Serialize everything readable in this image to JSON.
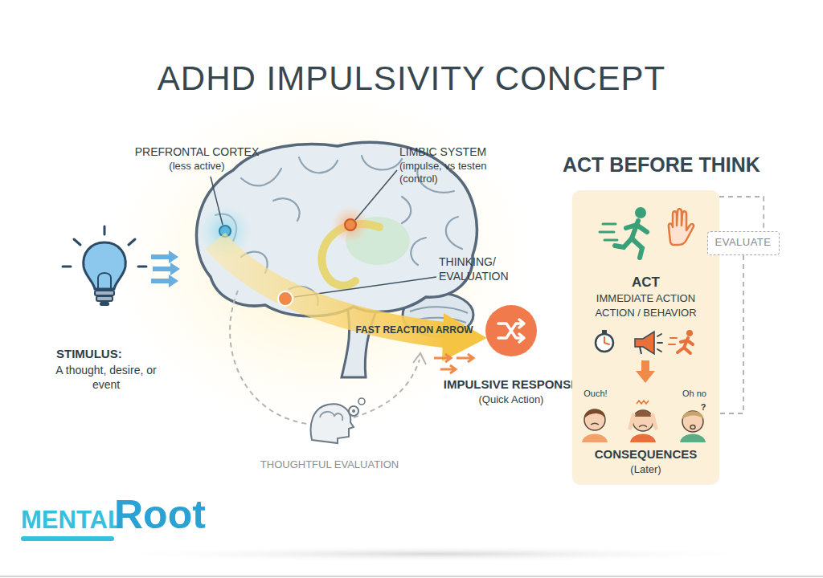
{
  "diagram": {
    "title": "ADHD IMPULSIVITY CONCEPT",
    "nodes": [
      {
        "text": [
          "IMPULSIVE RESPONSE",
          "(Quick Action)"
        ]
      },
      {
        "text": [
          "ACT",
          "IMMEDIATE ACTION ACTION / BEHAVIOR",
          "CONSEQUENCES",
          "(Later)"
        ]
      },
      {
        "text": [
          "EVALUATE"
        ]
      }
    ],
    "edges": [
      {
        "from": 1,
        "to": 2,
        "arrow": "none"
      },
      {
        "from": 2,
        "to": 1,
        "arrow": "none"
      }
    ],
    "labels": [
      "PREFRONTAL CORTEX",
      "(less active)",
      "LIMBIC SYSTEM",
      "(impulse, vs testen (control)",
      "THINKING/ EVALUATION",
      "FAST REACTION ARROW",
      "STIMULUS:",
      "A thought, desire, or event",
      "THOUGHTFUL EVALUATION",
      "ACT BEFORE THINK",
      "Ouch!",
      "Oh no",
      "?",
      "MENTAL",
      "Root"
    ]
  }
}
